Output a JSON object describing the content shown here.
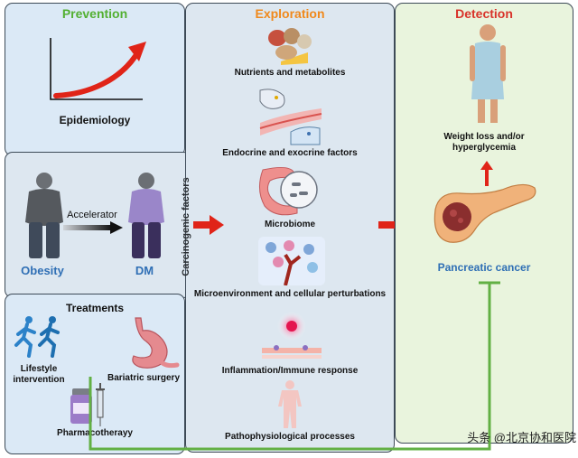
{
  "prevention": {
    "title": "Prevention",
    "epidemiology": "Epidemiology"
  },
  "middle_left": {
    "obesity": "Obesity",
    "dm": "DM",
    "accelerator": "Accelerator",
    "carcinogenic": "Carcinogenic factors"
  },
  "treatments": {
    "title": "Treatments",
    "lifestyle": "Lifestyle\nintervention",
    "bariatric": "Bariatric surgery",
    "pharmacotherapy": "Pharmacotherayy"
  },
  "exploration": {
    "title": "Exploration",
    "items": [
      "Nutrients and metabolites",
      "Endocrine and exocrine factors",
      "Microbiome",
      "Microenvironment and cellular perturbations",
      "Inflammation/Immune response",
      "Pathophysiological processes"
    ]
  },
  "detection": {
    "title": "Detection",
    "symptom": "Weight loss and/or\nhyperglycemia",
    "cancer": "Pancreatic cancer"
  },
  "watermark": "头条 @北京协和医院",
  "colors": {
    "prevention_title": "#53b032",
    "exploration_title": "#f0891c",
    "detection_title": "#d8332a",
    "blue_text": "#2f6fb5",
    "left_bg": "#dbe9f6",
    "mid_bg": "#dde7f0",
    "right_bg": "#e9f4dd",
    "green_line": "#62b044",
    "red_arrow": "#e02418"
  }
}
